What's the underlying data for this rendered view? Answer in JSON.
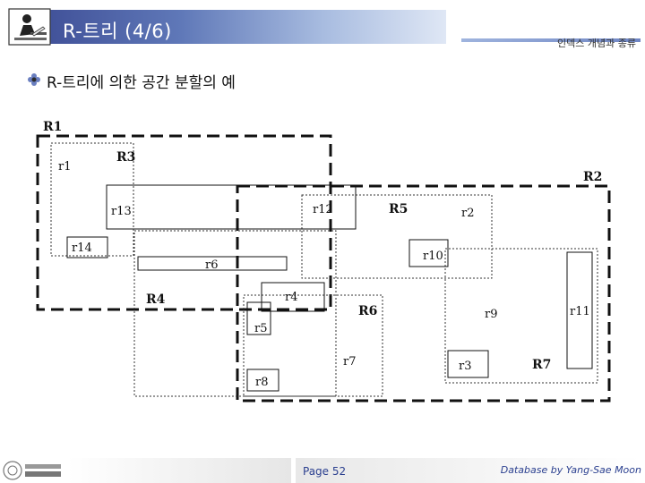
{
  "header": {
    "title": "R-트리 (4/6)",
    "subject": "인덱스 개념과 종류"
  },
  "main": {
    "subtitle": "R-트리에 의한 공간 분할의 예"
  },
  "diagram": {
    "labels": {
      "R1": "R1",
      "R2": "R2",
      "R3": "R3",
      "R4": "R4",
      "R5": "R5",
      "R6": "R6",
      "R7": "R7",
      "r1": "r1",
      "r2": "r2",
      "r3": "r3",
      "r4": "r4",
      "r5": "r5",
      "r6": "r6",
      "r7": "r7",
      "r8": "r8",
      "r9": "r9",
      "r10": "r10",
      "r11": "r11",
      "r12": "r12",
      "r13": "r13",
      "r14": "r14"
    }
  },
  "footer": {
    "page": "Page 52",
    "credit": "Database by Yang-Sae Moon"
  },
  "icons": {
    "logo": "teacher-at-desk-icon",
    "bullet": "flower-bullet-icon",
    "footer_logo": "university-seal-icon"
  },
  "colors": {
    "header_start": "#3f4f97",
    "header_end": "#dfe7f5",
    "footer_text": "#2a3f8f"
  }
}
